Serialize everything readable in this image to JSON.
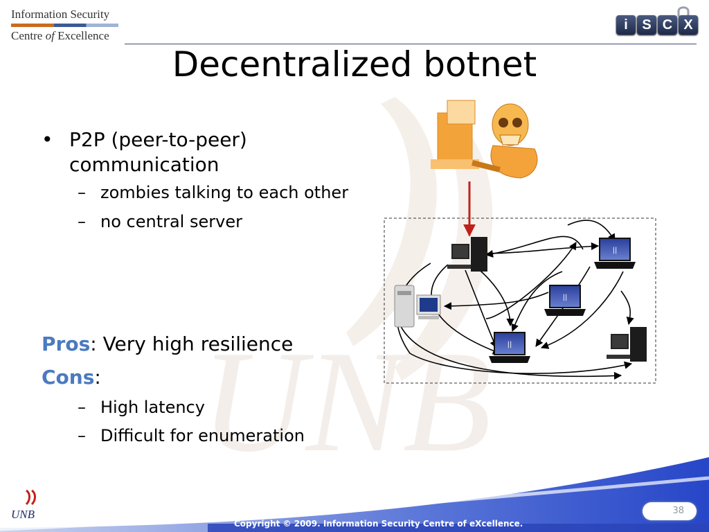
{
  "logo": {
    "line1": "Information Security",
    "line2_a": "Centre ",
    "line2_b": "of",
    "line2_c": " Excellence",
    "tiles": [
      "i",
      "S",
      "C",
      "X"
    ],
    "colors": {
      "orange": "#c86c1e",
      "navy": "#3b5a96"
    }
  },
  "slide": {
    "title": "Decentralized botnet",
    "bullet1": {
      "mark": "•",
      "text": "P2P (peer-to-peer) communication",
      "subs": [
        {
          "mark": "–",
          "text": "zombies talking to each other"
        },
        {
          "mark": "–",
          "text": "no central server"
        }
      ]
    },
    "pros": {
      "label": "Pros",
      "text": ": Very high resilience"
    },
    "cons": {
      "label": "Cons",
      "text": ":"
    },
    "cons_items": [
      {
        "mark": "–",
        "text": "High latency"
      },
      {
        "mark": "–",
        "text": "Difficult for enumeration"
      }
    ],
    "accent_color": "#4a7ac0"
  },
  "diagram": {
    "icons": [
      "attacker-icon",
      "tower-pc-icon",
      "laptop-icon",
      "desktop-pc-icon"
    ]
  },
  "footer": {
    "unb": "UNB",
    "copyright": "Copyright © 2009. Information Security Centre of eXcellence.",
    "page_number": "38"
  }
}
